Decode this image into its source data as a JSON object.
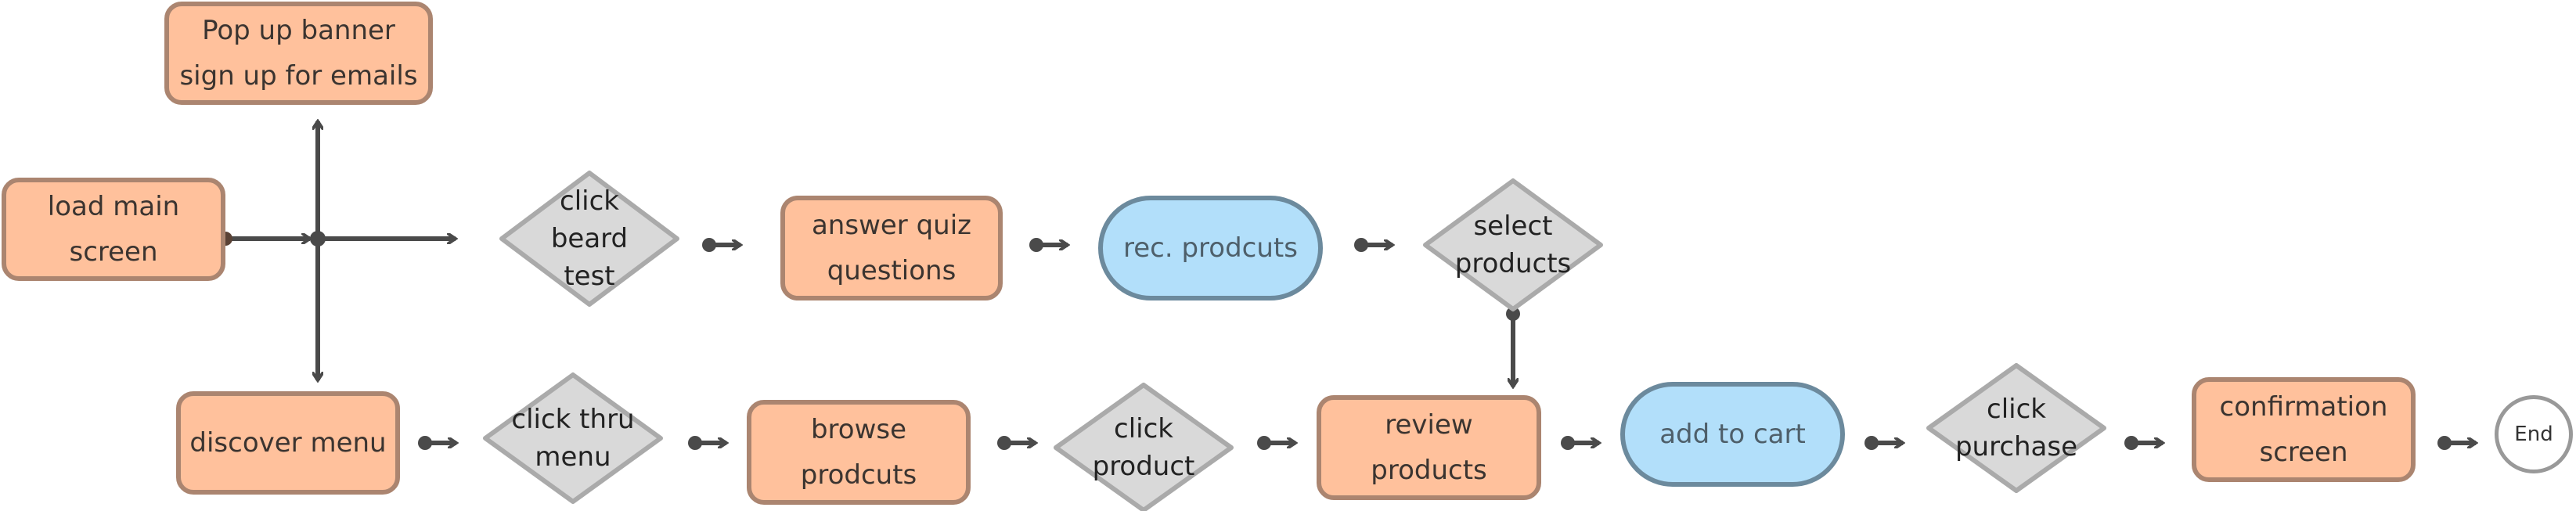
{
  "diagram": {
    "title": "",
    "colors": {
      "process_fill": "#ffc19c",
      "process_border": "#ab8570",
      "terminal_fill": "#b2dffa",
      "terminal_border": "#6c8a9d",
      "decision_fill": "#d9d9d9",
      "decision_border": "#aaaaaa",
      "connector": "#4a4a4a"
    },
    "nodes": {
      "load_main": {
        "label": "load main\nscreen",
        "shape": "process"
      },
      "popup": {
        "label": "Pop up banner\nsign up for emails",
        "shape": "process"
      },
      "click_beard_test": {
        "label": "click\nbeard\ntest",
        "shape": "decision"
      },
      "answer_quiz": {
        "label": "answer quiz\nquestions",
        "shape": "process"
      },
      "rec_products": {
        "label": "rec. prodcuts",
        "shape": "terminal"
      },
      "select_products": {
        "label": "select\nproducts",
        "shape": "decision"
      },
      "discover_menu": {
        "label": "discover menu",
        "shape": "process"
      },
      "click_thru_menu": {
        "label": "click thru\nmenu",
        "shape": "decision"
      },
      "browse_products": {
        "label": "browse\nprodcuts",
        "shape": "process"
      },
      "click_product": {
        "label": "click\nproduct",
        "shape": "decision"
      },
      "review_products": {
        "label": "review\nproducts",
        "shape": "process"
      },
      "add_to_cart": {
        "label": "add to cart",
        "shape": "terminal"
      },
      "click_purchase": {
        "label": "click\npurchase",
        "shape": "decision"
      },
      "confirmation": {
        "label": "confirmation\nscreen",
        "shape": "process"
      },
      "end": {
        "label": "End",
        "shape": "end"
      }
    },
    "edges": [
      {
        "from": "load_main",
        "to": "junction"
      },
      {
        "from": "junction",
        "to": "popup"
      },
      {
        "from": "junction",
        "to": "click_beard_test"
      },
      {
        "from": "junction",
        "to": "discover_menu"
      },
      {
        "from": "click_beard_test",
        "to": "answer_quiz"
      },
      {
        "from": "answer_quiz",
        "to": "rec_products"
      },
      {
        "from": "rec_products",
        "to": "select_products"
      },
      {
        "from": "select_products",
        "to": "review_products"
      },
      {
        "from": "discover_menu",
        "to": "click_thru_menu"
      },
      {
        "from": "click_thru_menu",
        "to": "browse_products"
      },
      {
        "from": "browse_products",
        "to": "click_product"
      },
      {
        "from": "click_product",
        "to": "review_products"
      },
      {
        "from": "review_products",
        "to": "add_to_cart"
      },
      {
        "from": "add_to_cart",
        "to": "click_purchase"
      },
      {
        "from": "click_purchase",
        "to": "confirmation"
      },
      {
        "from": "confirmation",
        "to": "end"
      }
    ]
  }
}
